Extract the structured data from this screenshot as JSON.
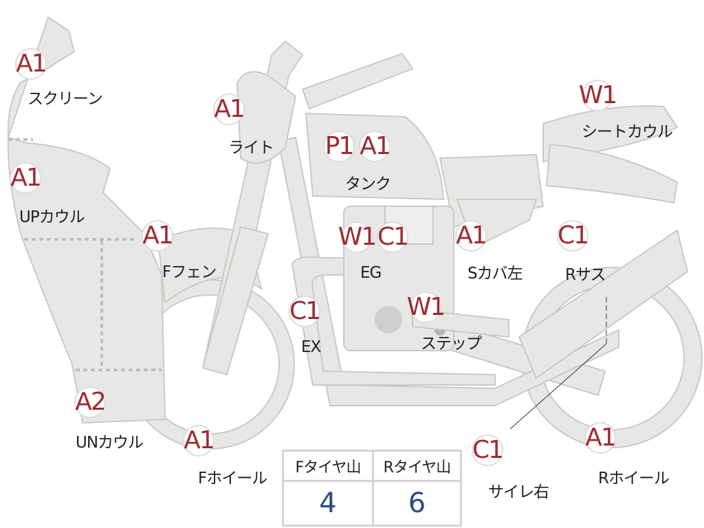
{
  "parts": [
    {
      "id": "screen",
      "code": "A1",
      "label": "スクリーン"
    },
    {
      "id": "up-cowl",
      "code": "A1",
      "label": "UPカウル"
    },
    {
      "id": "un-cowl",
      "code": "A2",
      "label": "UNカウル"
    },
    {
      "id": "light",
      "code": "A1",
      "label": "ライト"
    },
    {
      "id": "f-fender",
      "code": "A1",
      "label": "Fフェン"
    },
    {
      "id": "f-wheel",
      "code": "A1",
      "label": "Fホイール"
    },
    {
      "id": "tank-p",
      "code": "P1",
      "label": ""
    },
    {
      "id": "tank",
      "code": "A1",
      "label": "タンク"
    },
    {
      "id": "eg-w",
      "code": "W1",
      "label": ""
    },
    {
      "id": "eg",
      "code": "C1",
      "label": "EG"
    },
    {
      "id": "ex",
      "code": "C1",
      "label": "EX"
    },
    {
      "id": "step",
      "code": "W1",
      "label": "ステップ"
    },
    {
      "id": "s-cover",
      "code": "A1",
      "label": "Sカバ左"
    },
    {
      "id": "seat-cowl",
      "code": "W1",
      "label": "シートカウル"
    },
    {
      "id": "r-sus",
      "code": "C1",
      "label": "Rサス"
    },
    {
      "id": "silencer",
      "code": "C1",
      "label": "サイレ右"
    },
    {
      "id": "r-wheel",
      "code": "A1",
      "label": "Rホイール"
    }
  ],
  "tire_table": {
    "headers": [
      "Fタイヤ山",
      "Rタイヤ山"
    ],
    "values": [
      "4",
      "6"
    ]
  },
  "colors": {
    "body_fill": "#e7e7e5",
    "outline": "#c9c9c6",
    "badge_text": "#9e2b30",
    "value_text": "#2c4b8a"
  }
}
